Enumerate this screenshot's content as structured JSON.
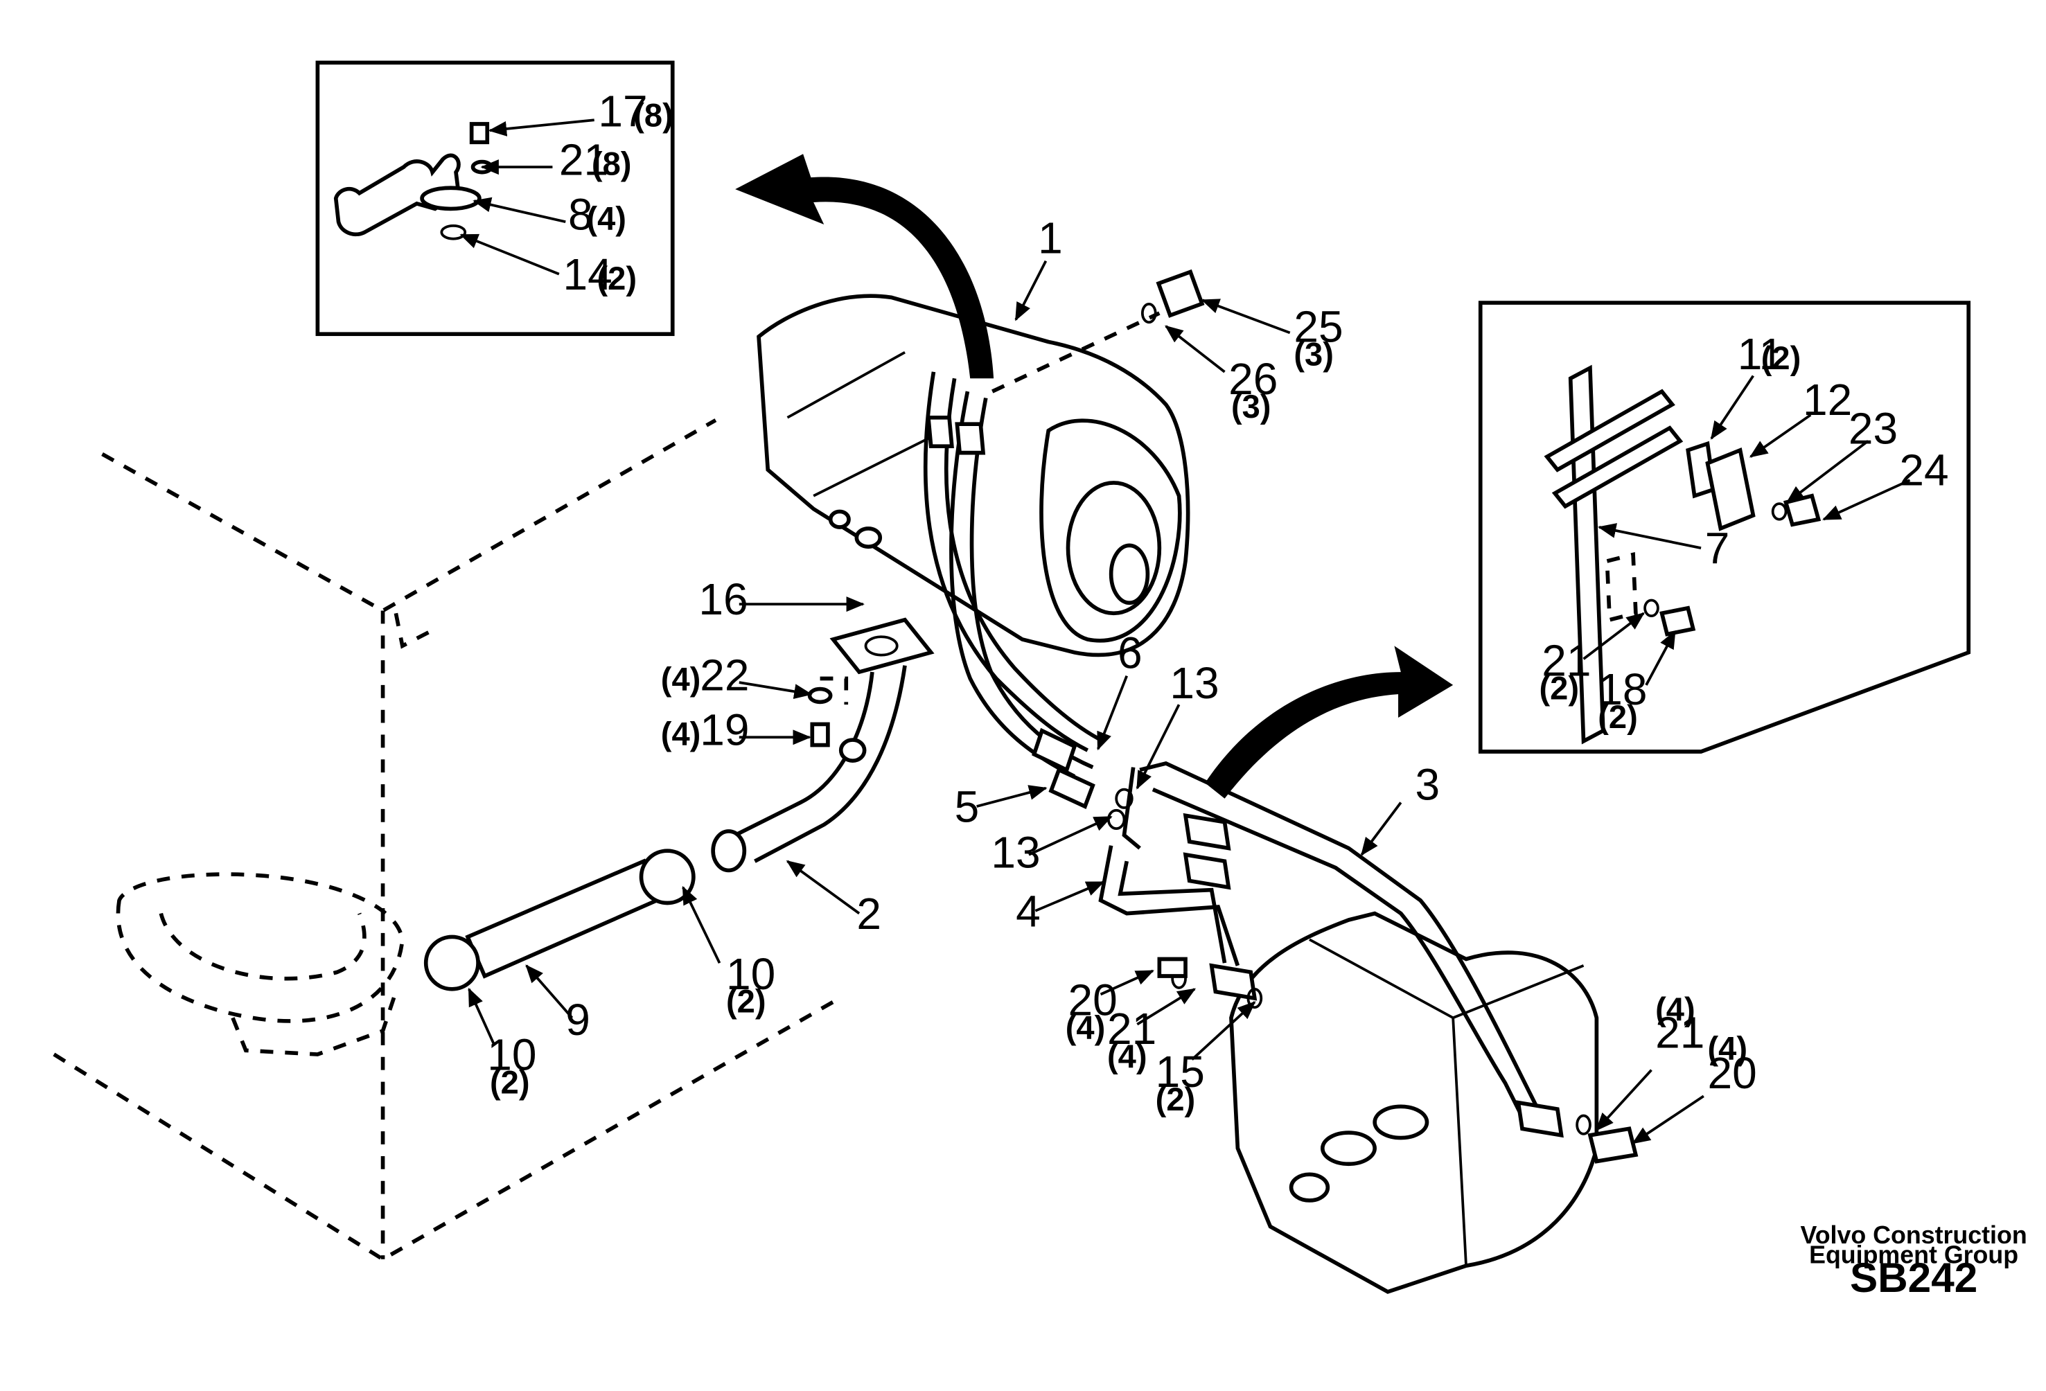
{
  "drawing": {
    "publisher_line1": "Volvo Construction",
    "publisher_line2": "Equipment Group",
    "code": "SB242"
  },
  "callouts": {
    "c1": "1",
    "c2": "2",
    "c3": "3",
    "c4": "4",
    "c5": "5",
    "c6": "6",
    "c7": "7",
    "c8": "8",
    "c8q": "(4)",
    "c9": "9",
    "c10a": "10",
    "c10a_q": "(2)",
    "c10b": "10",
    "c10b_q": "(2)",
    "c11": "11",
    "c11q": "(2)",
    "c12": "12",
    "c13a": "13",
    "c13b": "13",
    "c14": "14",
    "c14q": "(2)",
    "c15": "15",
    "c15q": "(2)",
    "c16": "16",
    "c17": "17",
    "c17q": "(8)",
    "c18": "18",
    "c18q": "(2)",
    "c19": "19",
    "c19q": "(4)",
    "c20a": "20",
    "c20a_q": "(4)",
    "c20b": "20",
    "c20b_q": "(4)",
    "c21a": "21",
    "c21a_q": "(8)",
    "c21b": "21",
    "c21b_q": "(2)",
    "c21c": "21",
    "c21c_q": "(4)",
    "c21d": "21",
    "c21d_q": "(4)",
    "c22": "22",
    "c22q": "(4)",
    "c23": "23",
    "c24": "24",
    "c25": "25",
    "c25q": "(3)",
    "c26": "26",
    "c26q": "(3)"
  }
}
